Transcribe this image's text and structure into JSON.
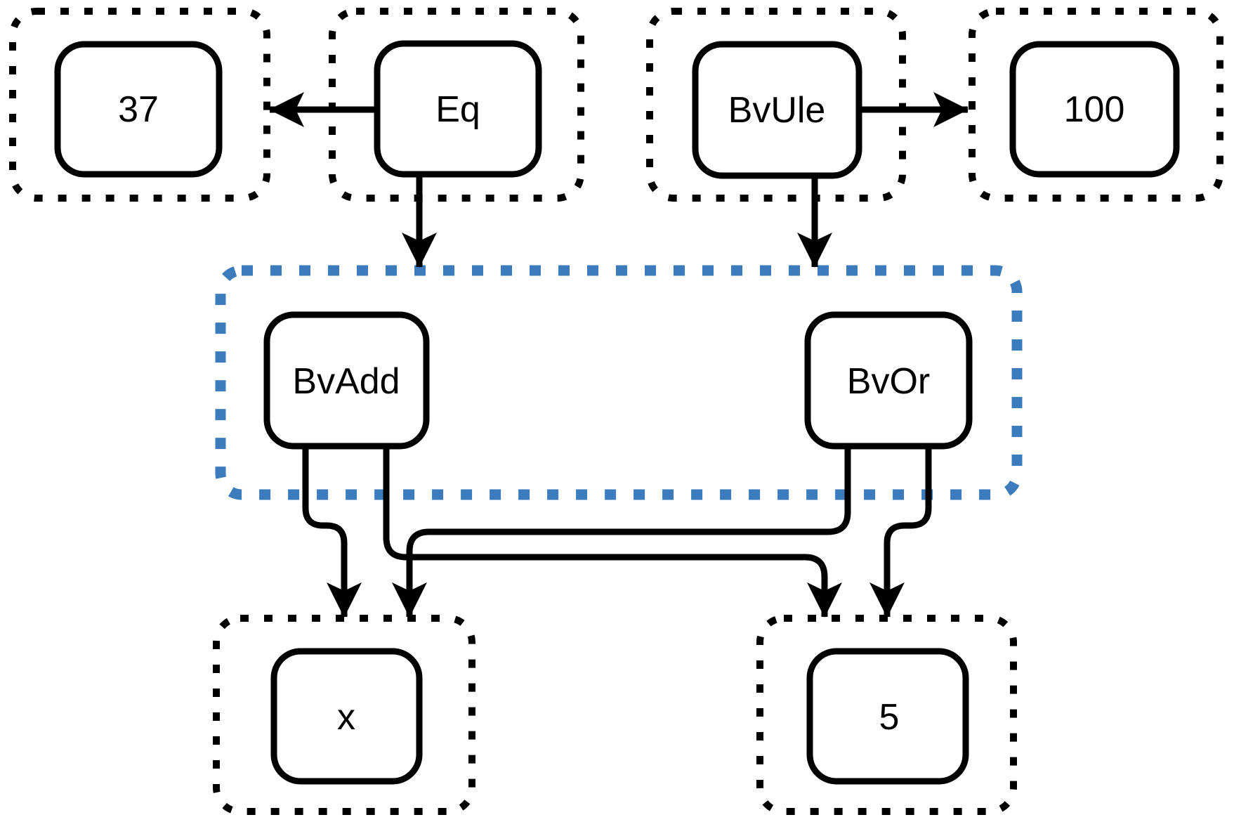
{
  "diagram": {
    "kind": "expression-graph",
    "colors": {
      "line": "#000000",
      "accent": "#3c7cbd",
      "background": "#ffffff"
    },
    "nodes": {
      "n37": {
        "label": "37",
        "container": "dotted-black"
      },
      "eq": {
        "label": "Eq",
        "container": "dotted-black"
      },
      "bvule": {
        "label": "BvUle",
        "container": "dotted-black"
      },
      "n100": {
        "label": "100",
        "container": "dotted-black"
      },
      "bvadd": {
        "label": "BvAdd",
        "container": "dotted-blue-cluster"
      },
      "bvor": {
        "label": "BvOr",
        "container": "dotted-blue-cluster"
      },
      "x": {
        "label": "x",
        "container": "dotted-black"
      },
      "n5": {
        "label": "5",
        "container": "dotted-black"
      }
    },
    "cluster": {
      "style": "dotted",
      "color_ref": "accent",
      "members": [
        "BvAdd",
        "BvOr"
      ]
    },
    "edges": [
      {
        "from": "Eq",
        "to": "37"
      },
      {
        "from": "Eq",
        "to": "cluster"
      },
      {
        "from": "BvUle",
        "to": "100"
      },
      {
        "from": "BvUle",
        "to": "cluster"
      },
      {
        "from": "BvAdd",
        "to": "x"
      },
      {
        "from": "BvAdd",
        "to": "5"
      },
      {
        "from": "BvOr",
        "to": "x"
      },
      {
        "from": "BvOr",
        "to": "5"
      }
    ]
  }
}
